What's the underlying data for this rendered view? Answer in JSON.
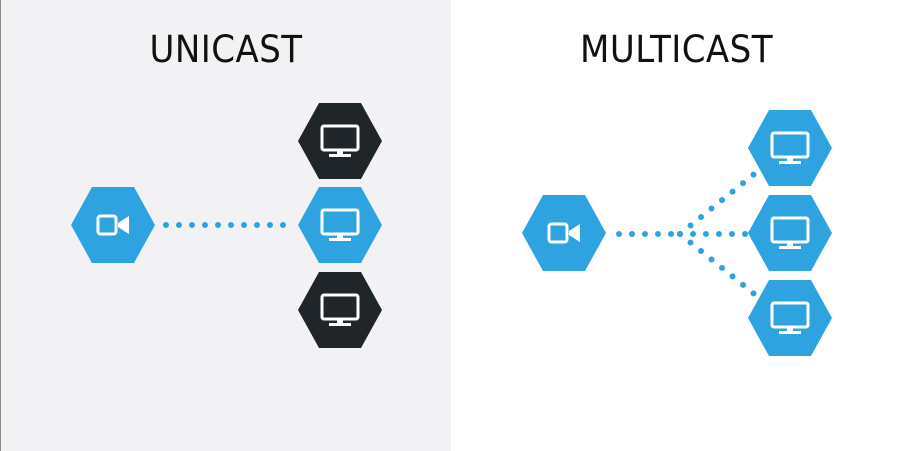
{
  "colors": {
    "left_background": "#f2f2f4",
    "right_background": "#ffffff",
    "accent_blue": "#2ea3e0",
    "dark_node": "#1f2528",
    "icon_white": "#ffffff",
    "title_text": "#111111"
  },
  "unicast": {
    "title": "UNICAST",
    "source": {
      "icon": "video-camera-icon",
      "color": "accent_blue"
    },
    "receivers": [
      {
        "icon": "monitor-icon",
        "color": "dark_node"
      },
      {
        "icon": "monitor-icon",
        "color": "accent_blue"
      },
      {
        "icon": "monitor-icon",
        "color": "dark_node"
      }
    ]
  },
  "multicast": {
    "title": "MULTICAST",
    "source": {
      "icon": "video-camera-icon",
      "color": "accent_blue"
    },
    "receivers": [
      {
        "icon": "monitor-icon",
        "color": "accent_blue"
      },
      {
        "icon": "monitor-icon",
        "color": "accent_blue"
      },
      {
        "icon": "monitor-icon",
        "color": "accent_blue"
      }
    ]
  }
}
